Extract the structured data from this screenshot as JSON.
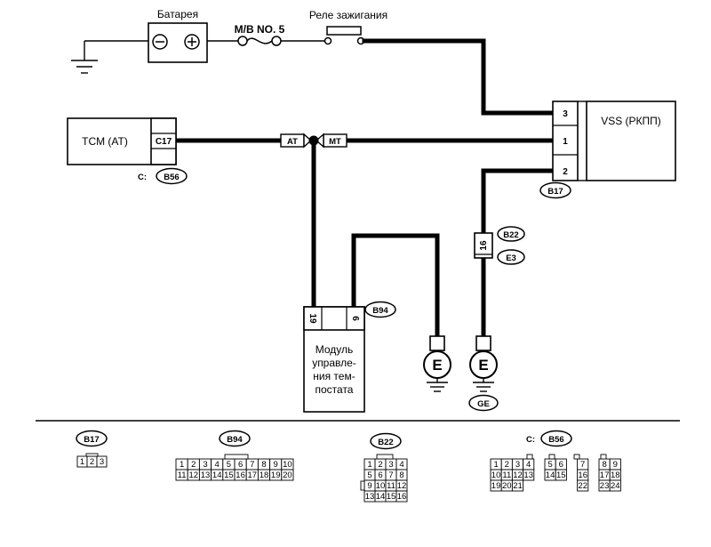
{
  "components": {
    "battery": {
      "label": "Батарея",
      "minus": "⊖",
      "plus": "⊕"
    },
    "fuse": {
      "label": "M/B NO. 5"
    },
    "ignition_relay": {
      "label": "Реле зажигания"
    },
    "tcm": {
      "label": "TCM (AT)",
      "pin": "C17",
      "connector_prefix": "C:",
      "connector": "B56"
    },
    "vss": {
      "label": "VSS (РКПП)",
      "pins": [
        "3",
        "1",
        "2"
      ],
      "connector": "B17"
    },
    "thermostat_module": {
      "label_lines": [
        "Модуль",
        "управле-",
        "ния тем-",
        "постата"
      ],
      "pin_left": "19",
      "pin_right": "6",
      "connector": "B94"
    },
    "junction": {
      "pin": "16",
      "connector_top": "B22",
      "connector_bottom": "E3"
    },
    "ground_symbol": "E",
    "ground_tag": "GE",
    "splice_left": "AT",
    "splice_right": "MT"
  },
  "connector_views": {
    "b17": {
      "label": "B17",
      "rows": [
        [
          "1",
          "2",
          "3"
        ]
      ]
    },
    "b94": {
      "label": "B94",
      "rows": [
        [
          "1",
          "2",
          "3",
          "4",
          "5",
          "6",
          "7",
          "8",
          "9",
          "10"
        ],
        [
          "11",
          "12",
          "13",
          "14",
          "15",
          "16",
          "17",
          "18",
          "19",
          "20"
        ]
      ]
    },
    "b22": {
      "label": "B22",
      "rows": [
        [
          "1",
          "2",
          "3",
          "4"
        ],
        [
          "5",
          "6",
          "7",
          "8"
        ],
        [
          "9",
          "10",
          "11",
          "12"
        ],
        [
          "13",
          "14",
          "15",
          "16"
        ]
      ]
    },
    "b56": {
      "prefix": "C:",
      "label": "B56",
      "rows": [
        [
          "1",
          "2",
          "3",
          "4",
          "",
          "5",
          "6",
          "",
          "7",
          "",
          "8",
          "9"
        ],
        [
          "10",
          "11",
          "12",
          "13",
          "",
          "14",
          "15",
          "",
          "16",
          "",
          "17",
          "18"
        ],
        [
          "19",
          "20",
          "21",
          "",
          "",
          "",
          "",
          "",
          "22",
          "",
          "23",
          "24"
        ]
      ]
    }
  }
}
